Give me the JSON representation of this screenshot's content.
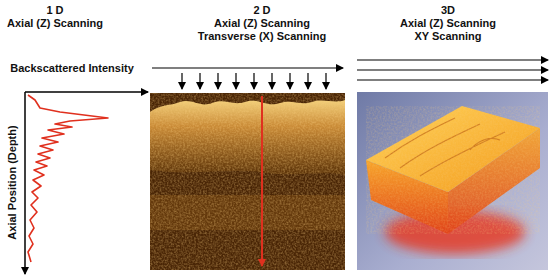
{
  "diagram": {
    "labels": [
      "1 D",
      "Axial (Z) Scanning",
      "2 D",
      "Axial (Z) Scanning",
      "Transverse (X) Scanning",
      "3D",
      "Axial (Z) Scanning",
      "XY Scanning",
      "Backscattered Intensity",
      "Axial Position (Depth)"
    ]
  }
}
